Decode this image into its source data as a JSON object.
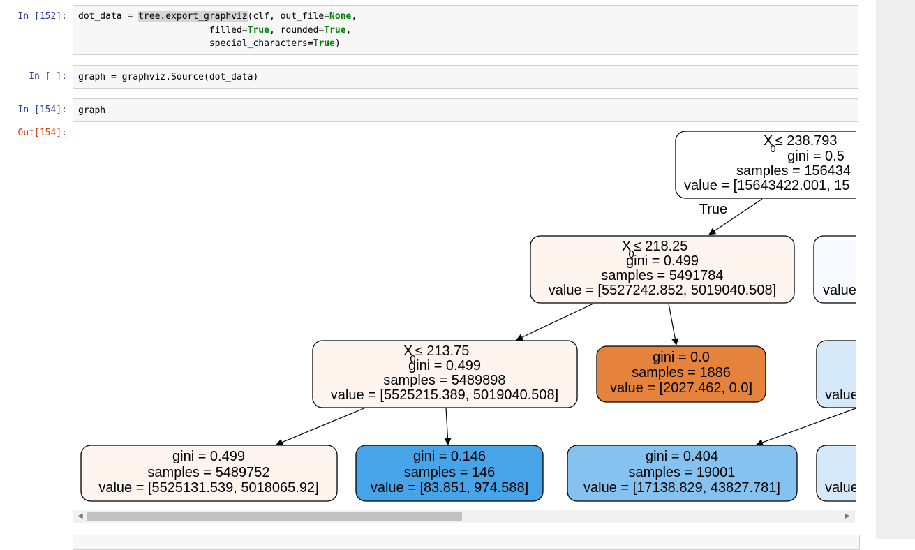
{
  "cells": [
    {
      "prompt": "In [152]:",
      "code": {
        "line1": {
          "var": "dot_data = ",
          "fn": "tree.export_graphviz",
          "args_a": "(clf, out_file=",
          "kw": "None",
          "args_b": ","
        },
        "line2": {
          "indent": "                        ",
          "a": "filled=",
          "kw1": "True",
          "b": ", rounded=",
          "kw2": "True",
          "c": ","
        },
        "line3": {
          "indent": "                        ",
          "a": "special_characters=",
          "kw": "True",
          "b": ")"
        }
      }
    },
    {
      "prompt": "In [ ]:",
      "code": "graph = graphviz.Source(dot_data)"
    },
    {
      "prompt": "In [154]:",
      "code": "graph",
      "out_prompt": "Out[154]:"
    }
  ],
  "tree": {
    "colors": {
      "root": "#ffffff",
      "left_light": "#fdf4ee",
      "right_light": "#f7fafe",
      "pale_blue": "#d5e9f8",
      "orange": "#e5823b",
      "blue_dark": "#47a4e8",
      "blue_mid": "#86c2f0"
    },
    "edge_label_true": "True",
    "root": {
      "feature": "X",
      "sub": "0",
      "op": "≤ 238.793",
      "gini": "gini = 0.5",
      "samples": "samples = 156434",
      "value": "value = [15643422.001, 15"
    },
    "n1": {
      "feature": "X",
      "sub": "0",
      "op": "≤ 218.25",
      "gini": "gini = 0.499",
      "samples": "samples = 5491784",
      "value": "value = [5527242.852, 5019040.508]"
    },
    "n1r": {
      "value": "value"
    },
    "n2": {
      "feature": "X",
      "sub": "0",
      "op": "≤ 213.75",
      "gini": "gini = 0.499",
      "samples": "samples = 5489898",
      "value": "value = [5525215.389, 5019040.508]"
    },
    "n3": {
      "gini": "gini = 0.0",
      "samples": "samples = 1886",
      "value": "value = [2027.462, 0.0]"
    },
    "n4r": {
      "value": "value"
    },
    "leaf1": {
      "gini": "gini = 0.499",
      "samples": "samples = 5489752",
      "value": "value = [5525131.539, 5018065.92]"
    },
    "leaf2": {
      "gini": "gini = 0.146",
      "samples": "samples = 146",
      "value": "value = [83.851, 974.588]"
    },
    "leaf3": {
      "gini": "gini = 0.404",
      "samples": "samples = 19001",
      "value": "value = [17138.829, 43827.781]"
    },
    "leaf4r": {
      "value": "value"
    }
  },
  "scrollbar": {
    "left_arrow": "◀",
    "right_arrow": "▶"
  }
}
